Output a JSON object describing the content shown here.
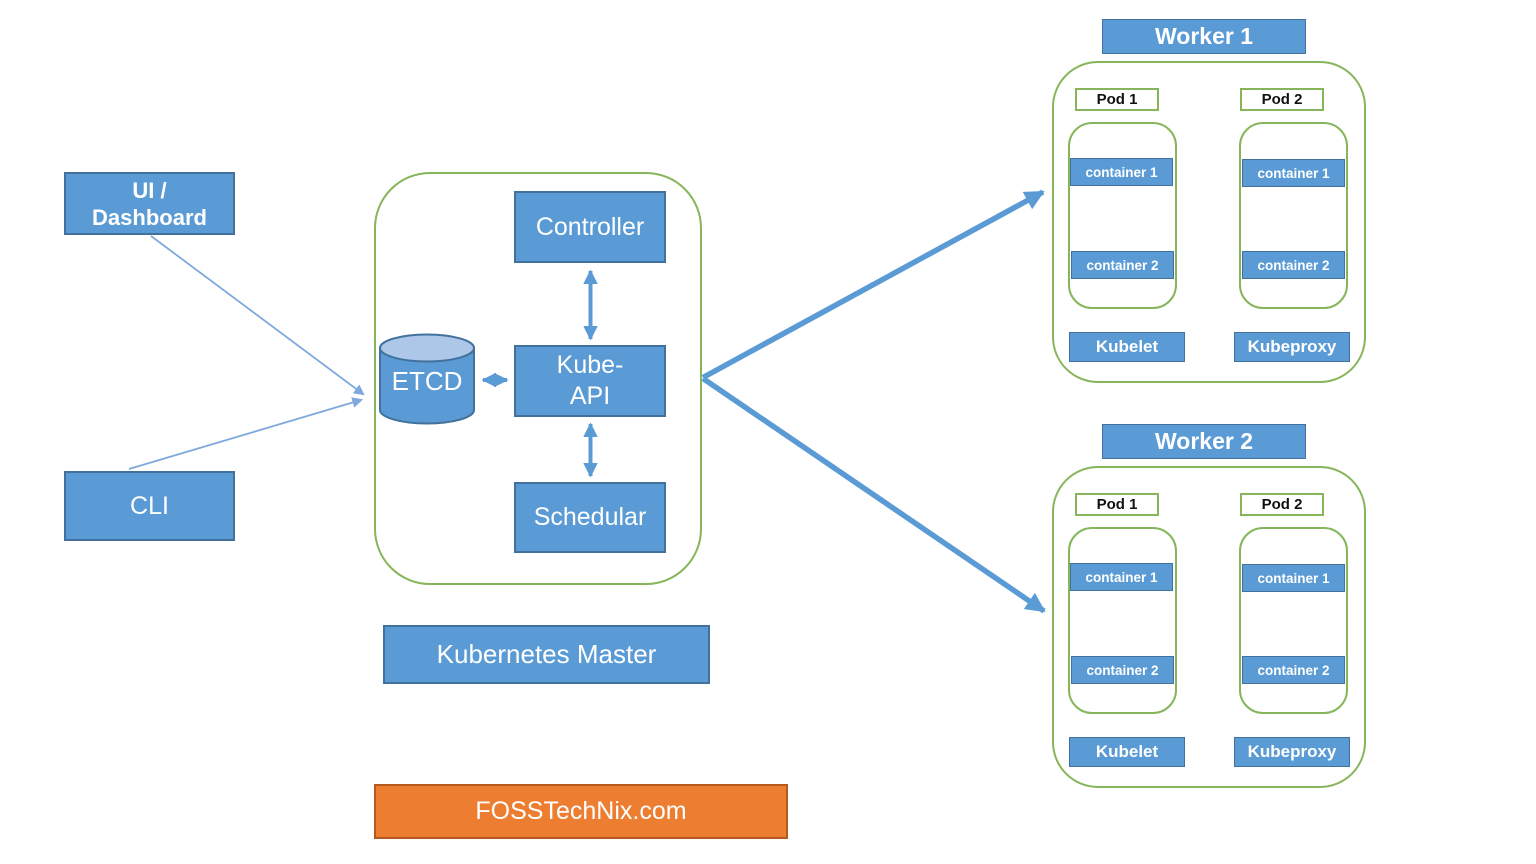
{
  "clients": {
    "ui_dashboard_line1": "UI /",
    "ui_dashboard_line2": "Dashboard",
    "cli": "CLI"
  },
  "master": {
    "label": "Kubernetes Master",
    "controller": "Controller",
    "etcd": "ETCD",
    "kube_api_line1": "Kube-",
    "kube_api_line2": "API",
    "scheduler": "Schedular"
  },
  "workers": [
    {
      "title": "Worker 1",
      "pods": [
        {
          "label": "Pod 1",
          "containers": [
            "container 1",
            "container 2"
          ]
        },
        {
          "label": "Pod 2",
          "containers": [
            "container 1",
            "container 2"
          ]
        }
      ],
      "kubelet": "Kubelet",
      "kubeproxy": "Kubeproxy"
    },
    {
      "title": "Worker 2",
      "pods": [
        {
          "label": "Pod 1",
          "containers": [
            "container 1",
            "container 2"
          ]
        },
        {
          "label": "Pod 2",
          "containers": [
            "container 1",
            "container 2"
          ]
        }
      ],
      "kubelet": "Kubelet",
      "kubeproxy": "Kubeproxy"
    }
  ],
  "branding": {
    "site": "FOSSTechNix.com"
  },
  "edges": [
    {
      "from": "UI / Dashboard",
      "to": "ETCD",
      "type": "arrow"
    },
    {
      "from": "CLI",
      "to": "ETCD",
      "type": "arrow"
    },
    {
      "from": "Controller",
      "to": "Kube-API",
      "type": "double-arrow"
    },
    {
      "from": "ETCD",
      "to": "Kube-API",
      "type": "double-arrow"
    },
    {
      "from": "Kube-API",
      "to": "Schedular",
      "type": "double-arrow"
    },
    {
      "from": "Kubernetes Master",
      "to": "Worker 1",
      "type": "arrow"
    },
    {
      "from": "Kubernetes Master",
      "to": "Worker 2",
      "type": "arrow"
    }
  ],
  "colors": {
    "blue": "#5B9BD5",
    "blue_border": "#41719C",
    "green": "#86B55A",
    "arrow_blue": "#5B9BD5",
    "thin_arrow": "#7FA8DC",
    "cylinder_top": "#ACC7E8",
    "orange": "#ED7D31",
    "orange_border": "#B55A1E"
  }
}
